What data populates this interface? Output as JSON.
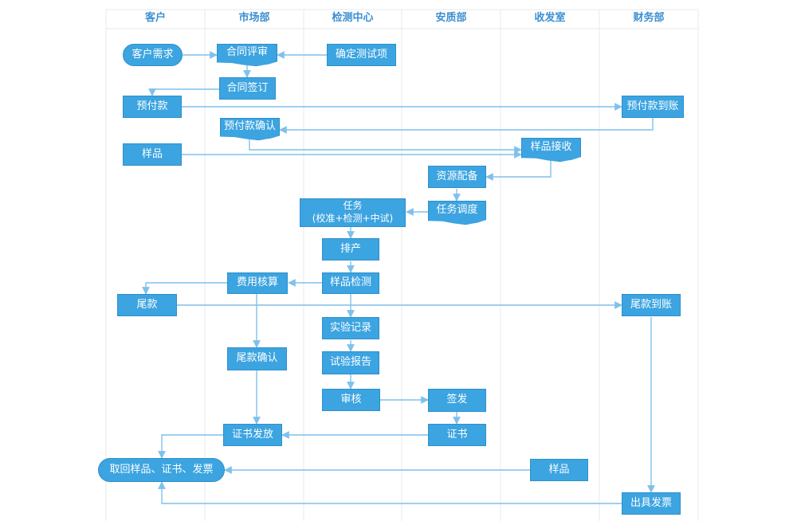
{
  "lanes": [
    "客户",
    "市场部",
    "检测中心",
    "安质部",
    "收发室",
    "财务部"
  ],
  "nodes": {
    "kehu_xuqiu": "客户需求",
    "hetong_pingshen": "合同评审",
    "queding_ceshixiang": "确定测试项",
    "hetong_qianding": "合同签订",
    "yufukuan": "预付款",
    "yufukuan_daozhang": "预付款到账",
    "yufukuan_queren": "预付款确认",
    "yangpin_kehu": "样品",
    "yangpin_jieshou": "样品接收",
    "ziyuan_peibei": "资源配备",
    "renwu_title": "任务",
    "renwu_sub": "(校准+检测+中试)",
    "renwu_tiaodu": "任务调度",
    "paichan": "排产",
    "feiyong_hesuan": "费用核算",
    "yangpin_jiance": "样品检测",
    "weikuan": "尾款",
    "weikuan_daozhang": "尾款到账",
    "shiyan_jilu": "实验记录",
    "weikuan_queren": "尾款确认",
    "shiyan_baogao": "试验报告",
    "shenhe": "审核",
    "qianfa": "签发",
    "zhengshu_fafang": "证书发放",
    "zhengshu": "证书",
    "quhui": "取回样品、证书、发票",
    "yangpin_shoufa": "样品",
    "chuju_fapiao": "出具发票"
  }
}
